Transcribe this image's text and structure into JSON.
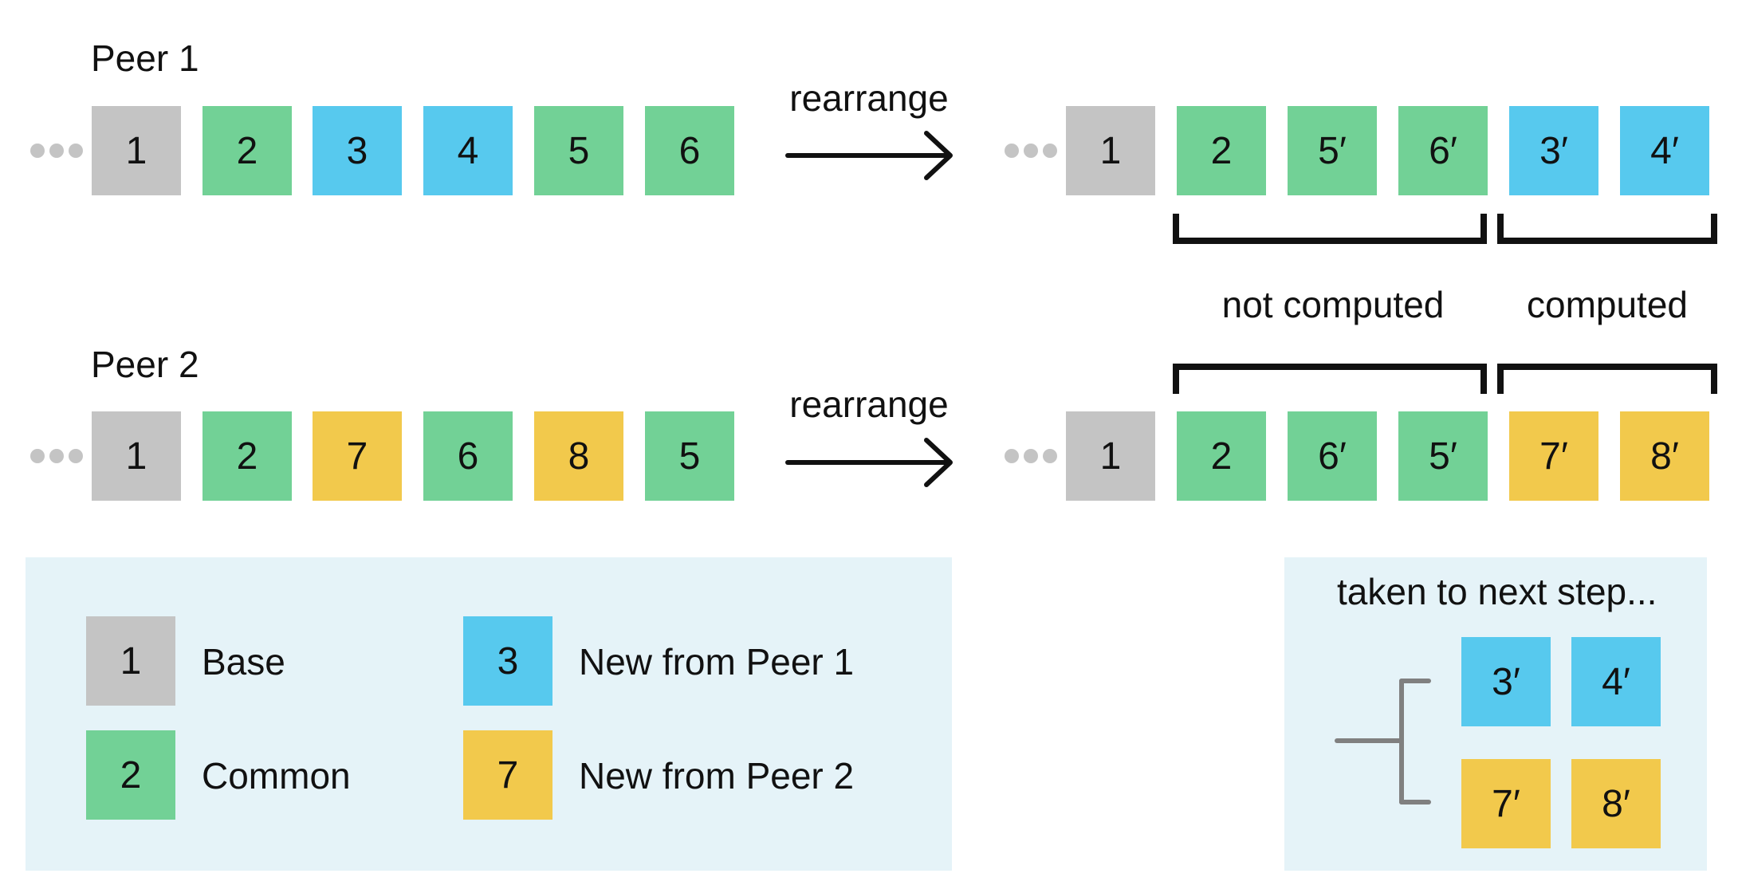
{
  "peer1": {
    "label": "Peer 1",
    "before": [
      "1",
      "2",
      "3",
      "4",
      "5",
      "6"
    ],
    "action": "rearrange",
    "after": [
      "1",
      "2",
      "5′",
      "6′",
      "3′",
      "4′"
    ]
  },
  "peer2": {
    "label": "Peer 2",
    "before": [
      "1",
      "2",
      "7",
      "6",
      "8",
      "5"
    ],
    "action": "rearrange",
    "after": [
      "1",
      "2",
      "6′",
      "5′",
      "7′",
      "8′"
    ]
  },
  "brackets": {
    "not_computed": "not computed",
    "computed": "computed"
  },
  "legend": {
    "base": {
      "key": "1",
      "label": "Base"
    },
    "common": {
      "key": "2",
      "label": "Common"
    },
    "new_peer1": {
      "key": "3",
      "label": "New from Peer 1"
    },
    "new_peer2": {
      "key": "7",
      "label": "New from Peer 2"
    }
  },
  "next_step": {
    "title": "taken to next step...",
    "blocks": [
      "3′",
      "4′",
      "7′",
      "8′"
    ]
  },
  "colors": {
    "base": "#c4c4c4",
    "common": "#72d196",
    "new_peer1": "#57c9ee",
    "new_peer2": "#f2c94c",
    "panel": "#e5f3f8"
  }
}
